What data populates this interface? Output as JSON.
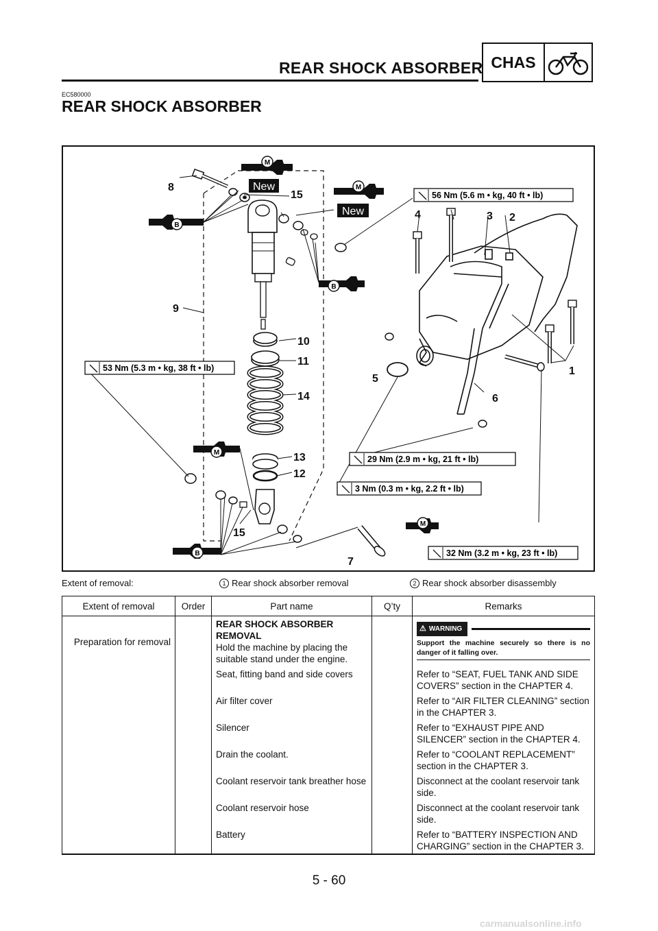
{
  "header": {
    "section_title": "REAR SHOCK ABSORBER",
    "chapter_tag": "CHAS",
    "chapter_icon": "motorcycle-icon"
  },
  "code": "EC580000",
  "page_title": "REAR SHOCK ABSORBER",
  "diagram": {
    "torques": {
      "t56": "56 Nm (5.6 m • kg, 40 ft • lb)",
      "t53": "53 Nm (5.3 m • kg, 38 ft • lb)",
      "t29": "29 Nm (2.9 m • kg, 21 ft • lb)",
      "t3": "3 Nm (0.3 m • kg, 2.2 ft • lb)",
      "t32": "32 Nm (3.2 m • kg, 23 ft • lb)"
    },
    "new_label": "New",
    "grease_m": "M",
    "grease_b": "B",
    "callouts": {
      "n1": "1",
      "n2": "2",
      "n3": "3",
      "n4": "4",
      "n5": "5",
      "n6": "6",
      "n7": "7",
      "n8": "8",
      "n9": "9",
      "n10": "10",
      "n11": "11",
      "n12": "12",
      "n13": "13",
      "n14": "14",
      "n15": "15"
    }
  },
  "extent": {
    "label": "Extent of removal:",
    "item1_num": "1",
    "item1": "Rear shock absorber removal",
    "item2_num": "2",
    "item2": "Rear shock absorber disassembly"
  },
  "table": {
    "headers": {
      "extent": "Extent of removal",
      "order": "Order",
      "part": "Part name",
      "qty": "Q’ty",
      "remarks": "Remarks"
    },
    "prep_label": "Preparation for removal",
    "rows": {
      "r0": {
        "part_title": "REAR SHOCK ABSORBER REMOVAL",
        "part": "Hold the machine by placing the suitable stand under the engine.",
        "warning_label": "WARNING",
        "warning_text": "Support the machine securely so there is no danger of it falling over."
      },
      "r1": {
        "part": "Seat, fitting band and side covers",
        "remarks": "Refer to “SEAT, FUEL TANK AND SIDE COVERS” section in the CHAPTER 4."
      },
      "r2": {
        "part": "Air filter cover",
        "remarks": "Refer to “AIR FILTER CLEANING” section in the CHAPTER 3."
      },
      "r3": {
        "part": "Silencer",
        "remarks": "Refer to “EXHAUST PIPE AND SILENCER” section in the CHAPTER 4."
      },
      "r4": {
        "part": "Drain the coolant.",
        "remarks": "Refer to “COOLANT REPLACEMENT” section in the CHAPTER 3."
      },
      "r5": {
        "part": "Coolant reservoir tank breather hose",
        "remarks": "Disconnect at the coolant reservoir tank side."
      },
      "r6": {
        "part": "Coolant reservoir hose",
        "remarks": "Disconnect at the coolant reservoir tank side."
      },
      "r7": {
        "part": "Battery",
        "remarks": "Refer to “BATTERY INSPECTION AND CHARGING” section in the CHAPTER 3."
      }
    }
  },
  "page_number": "5 - 60",
  "watermark": "carmanualsonline.info"
}
